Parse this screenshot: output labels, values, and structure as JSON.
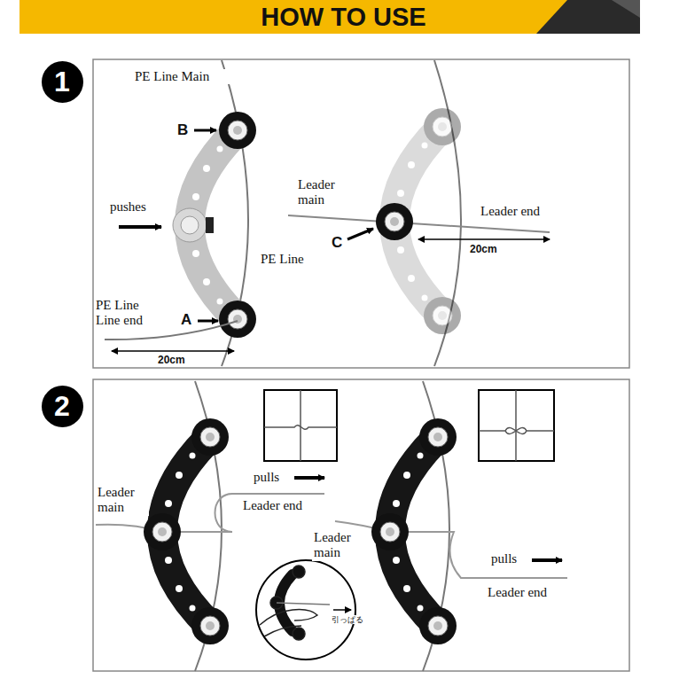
{
  "diagram": {
    "title": "HOW TO USE",
    "nodes": [
      {
        "text": [
          "1"
        ]
      },
      {
        "text": [
          "2"
        ]
      }
    ],
    "labels": [
      "PE Line Main",
      "B",
      "pushes",
      "PE Line",
      "PE Line Line end",
      "A",
      "20cm",
      "Leader main",
      "C",
      "Leader end",
      "20cm",
      "Leader main",
      "pulls",
      "Leader end",
      "Leader main",
      "pulls",
      "Leader end",
      "引っぱる"
    ]
  }
}
